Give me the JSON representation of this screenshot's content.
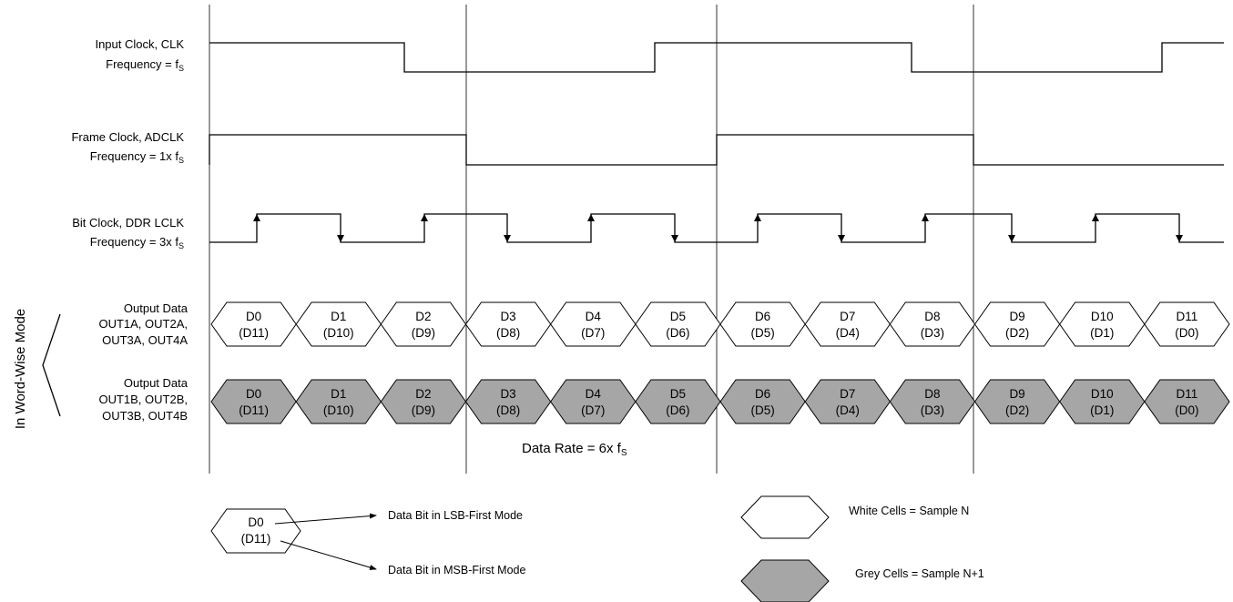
{
  "signals": {
    "input_clock": {
      "name": "Input Clock, CLK",
      "freq_prefix": "Frequency = f",
      "freq_sub": "S"
    },
    "frame_clock": {
      "name": "Frame Clock, ADCLK",
      "freq_prefix": "Frequency = 1x f",
      "freq_sub": "S"
    },
    "bit_clock": {
      "name": "Bit Clock, DDR LCLK",
      "freq_prefix": "Frequency = 3x f",
      "freq_sub": "S"
    },
    "output_a": {
      "line1": "Output Data",
      "line2": "OUT1A, OUT2A,",
      "line3": "OUT3A, OUT4A"
    },
    "output_b": {
      "line1": "Output Data",
      "line2": "OUT1B, OUT2B,",
      "line3": "OUT3B, OUT4B"
    }
  },
  "cells": [
    {
      "top": "D0",
      "bottom": "(D11)"
    },
    {
      "top": "D1",
      "bottom": "(D10)"
    },
    {
      "top": "D2",
      "bottom": "(D9)"
    },
    {
      "top": "D3",
      "bottom": "(D8)"
    },
    {
      "top": "D4",
      "bottom": "(D7)"
    },
    {
      "top": "D5",
      "bottom": "(D6)"
    },
    {
      "top": "D6",
      "bottom": "(D5)"
    },
    {
      "top": "D7",
      "bottom": "(D4)"
    },
    {
      "top": "D8",
      "bottom": "(D3)"
    },
    {
      "top": "D9",
      "bottom": "(D2)"
    },
    {
      "top": "D10",
      "bottom": "(D1)"
    },
    {
      "top": "D11",
      "bottom": "(D0)"
    }
  ],
  "data_rate": {
    "prefix": "Data Rate = 6x f",
    "sub": "S"
  },
  "side_label": "In Word-Wise Mode",
  "legend": {
    "example_top": "D0",
    "example_bottom": "(D11)",
    "lsb_label": "Data Bit in LSB-First Mode",
    "msb_label": "Data Bit in MSB-First Mode",
    "white_label": "White Cells = Sample N",
    "grey_label": "Grey Cells = Sample N+1"
  },
  "colors": {
    "grey_cell": "#a6a6a6",
    "white_cell": "#ffffff",
    "line": "#000000"
  }
}
